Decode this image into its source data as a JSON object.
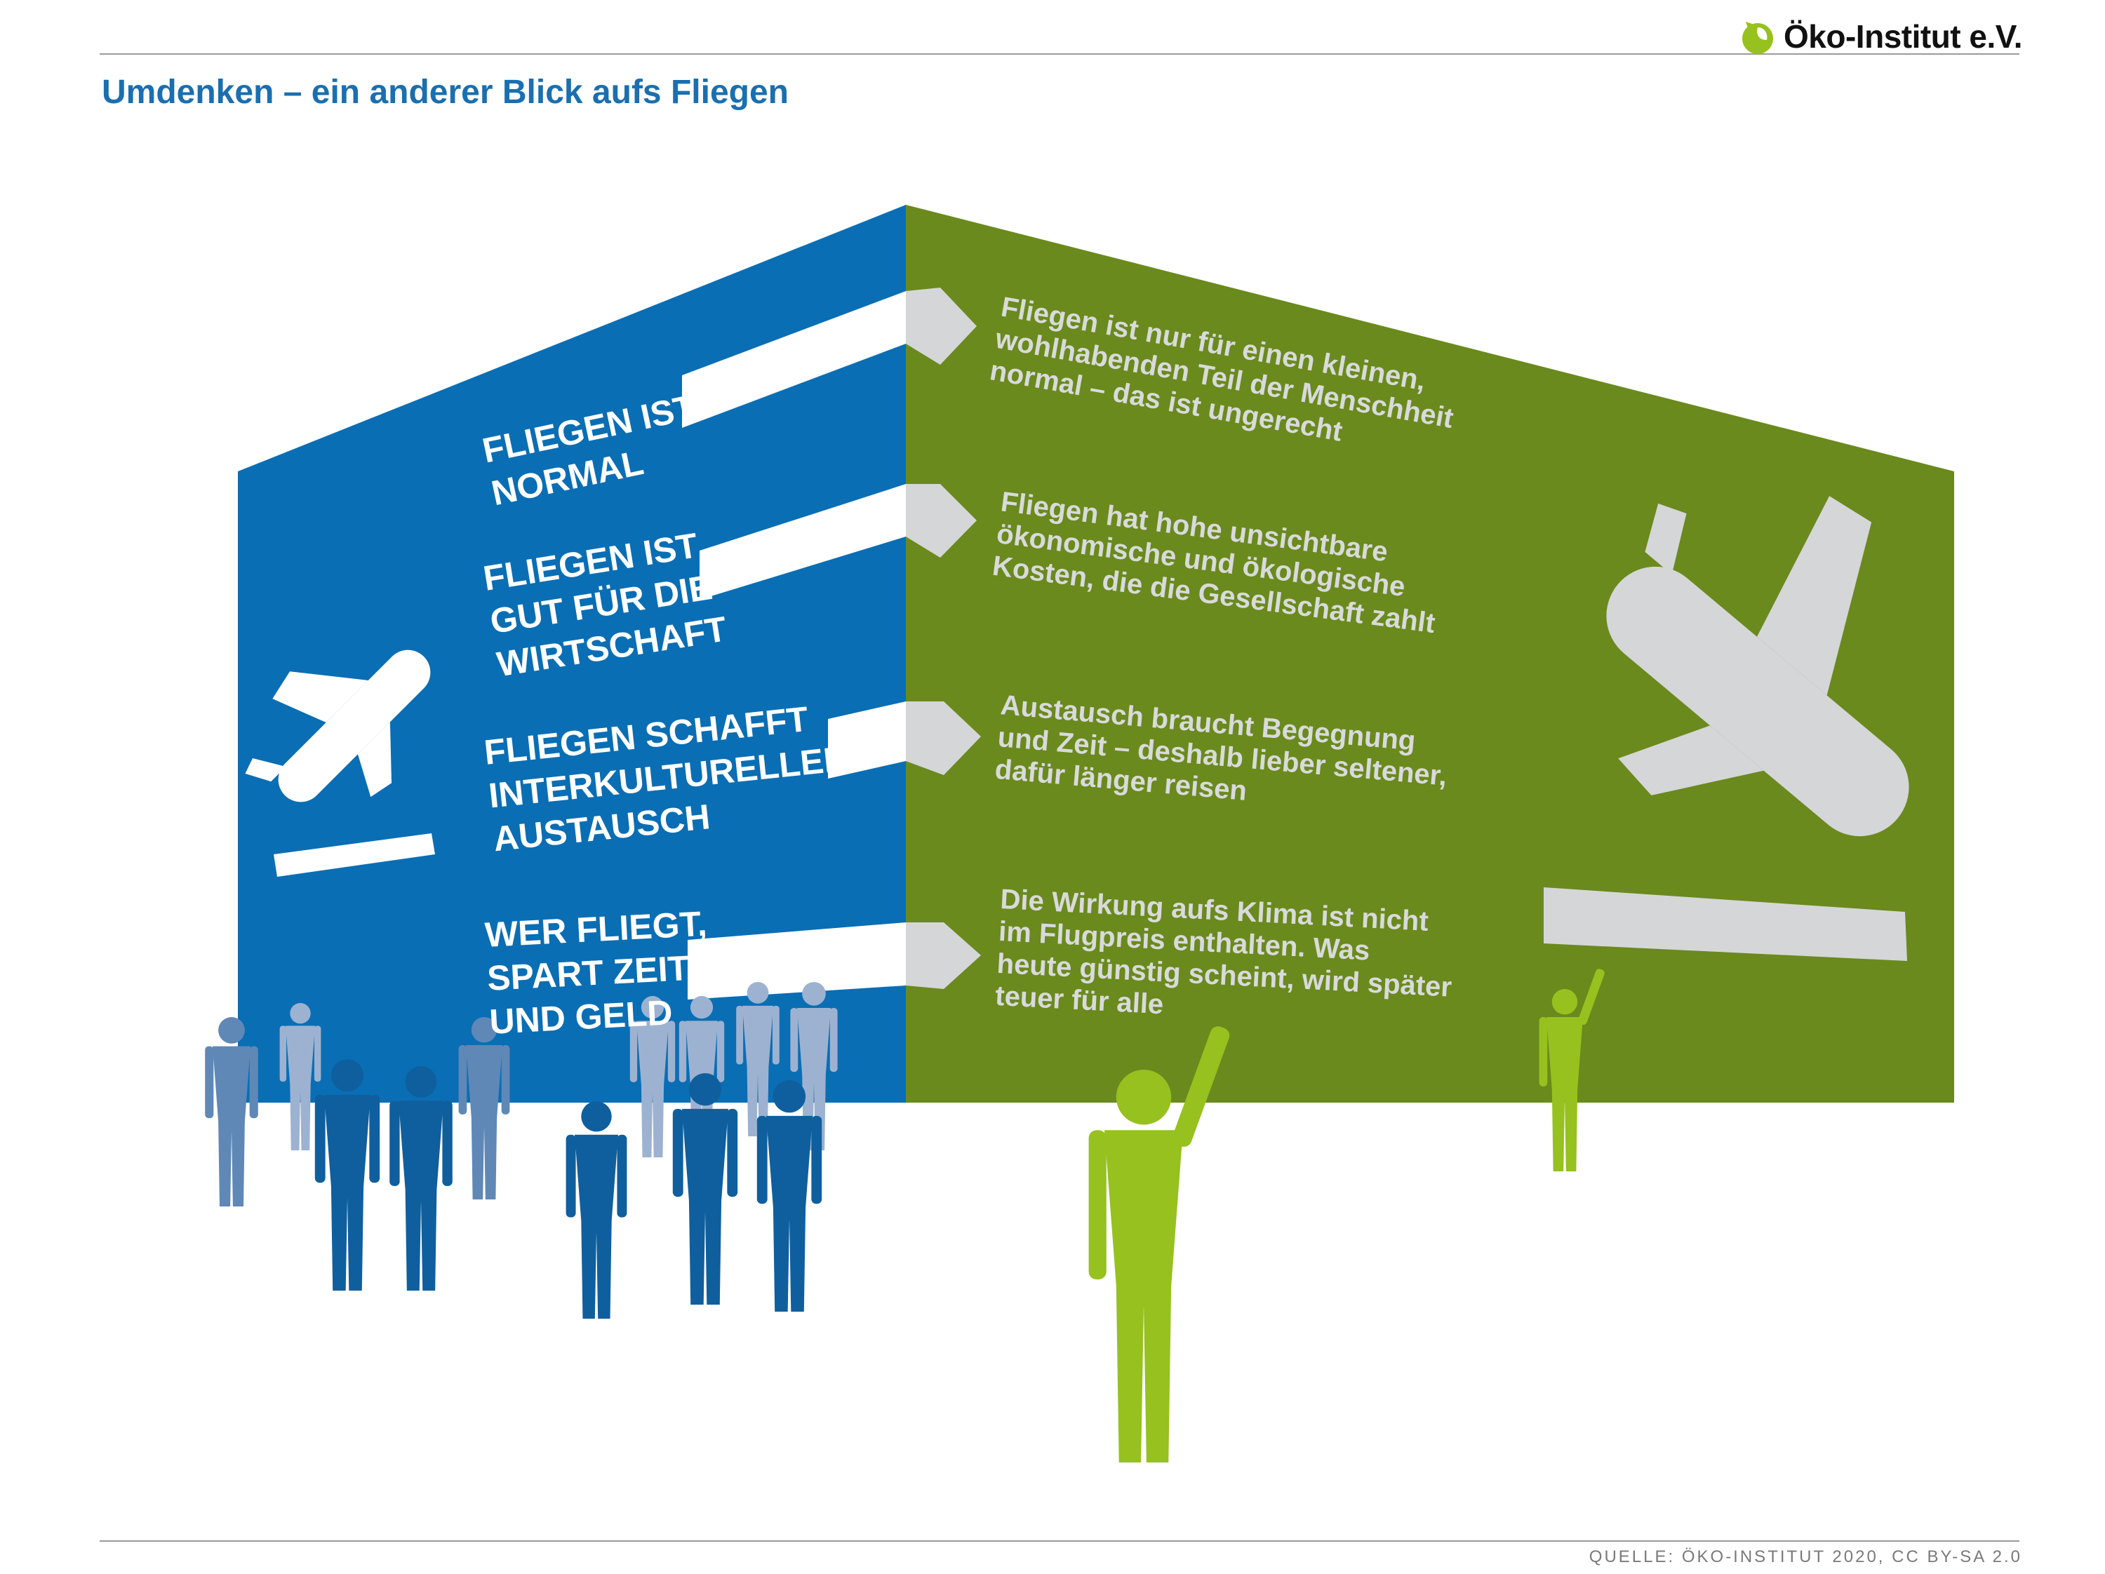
{
  "logo": {
    "text": "Öko-Institut e.V."
  },
  "title": "Umdenken – ein anderer Blick aufs Fliegen",
  "myths": [
    {
      "lines": [
        "FLIEGEN IST",
        "NORMAL"
      ]
    },
    {
      "lines": [
        "FLIEGEN IST",
        "GUT FÜR DIE",
        "WIRTSCHAFT"
      ]
    },
    {
      "lines": [
        "FLIEGEN SCHAFFT",
        "INTERKULTURELLEN",
        "AUSTAUSCH"
      ]
    },
    {
      "lines": [
        "WER FLIEGT,",
        "SPART ZEIT",
        "UND GELD"
      ]
    }
  ],
  "facts": [
    {
      "lines": [
        "Fliegen ist nur für einen kleinen,",
        "wohlhabenden Teil der Menschheit",
        "normal – das ist ungerecht"
      ]
    },
    {
      "lines": [
        "Fliegen hat hohe unsichtbare",
        "ökonomische und ökologische",
        "Kosten, die die Gesellschaft zahlt"
      ]
    },
    {
      "lines": [
        "Austausch braucht Begegnung",
        "und Zeit – deshalb lieber seltener,",
        "dafür länger reisen"
      ]
    },
    {
      "lines": [
        "Die Wirkung aufs Klima ist nicht",
        "im Flugpreis enthalten. Was",
        "heute günstig scheint, wird später",
        "teuer für alle"
      ]
    }
  ],
  "icons": {
    "departure": "airplane-departure-icon",
    "arrival": "airplane-arrival-icon"
  },
  "colors": {
    "blue_face": "#0a6eb4",
    "green_face": "#6a8a1d",
    "arrow_grey": "#d5d6d8",
    "title_blue": "#1a6fb0",
    "person_light": "#5f88b7",
    "person_pale": "#9db2d1",
    "person_dark": "#0f5f9e",
    "person_green": "#96c11f"
  },
  "source": "QUELLE: ÖKO-INSTITUT 2020, CC BY-SA 2.0"
}
